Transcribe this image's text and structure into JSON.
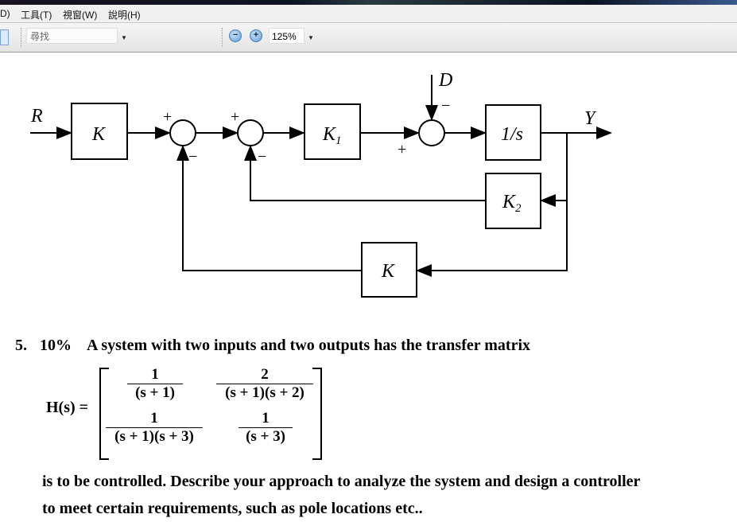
{
  "menu": {
    "items": [
      "D)",
      "工具(T)",
      "視窗(W)",
      "說明(H)"
    ]
  },
  "toolbar": {
    "search_placeholder": "尋找",
    "zoom_out_icon": "−",
    "zoom_in_icon": "+",
    "zoom_level": "125%"
  },
  "diagram": {
    "R": "R",
    "K": "K",
    "K1": "K",
    "K1_sub": "1",
    "D": "D",
    "one_over_s": "1/s",
    "Y": "Y",
    "K2": "K",
    "K2_sub": "2",
    "K_feedback": "K",
    "plus": "+",
    "minus": "−"
  },
  "problem": {
    "number": "5.",
    "weight": "10%",
    "intro": "A system with two inputs and two outputs has the transfer matrix",
    "H_label": "H(s) =",
    "matrix": [
      [
        {
          "num": "1",
          "den": "(s + 1)"
        },
        {
          "num": "2",
          "den": "(s + 1)(s + 2)"
        }
      ],
      [
        {
          "num": "1",
          "den": "(s + 1)(s + 3)"
        },
        {
          "num": "1",
          "den": "(s + 3)"
        }
      ]
    ],
    "line1": "is to be controlled. Describe your approach to analyze the system and design a controller",
    "line2": "to meet certain requirements, such as pole locations etc.."
  }
}
